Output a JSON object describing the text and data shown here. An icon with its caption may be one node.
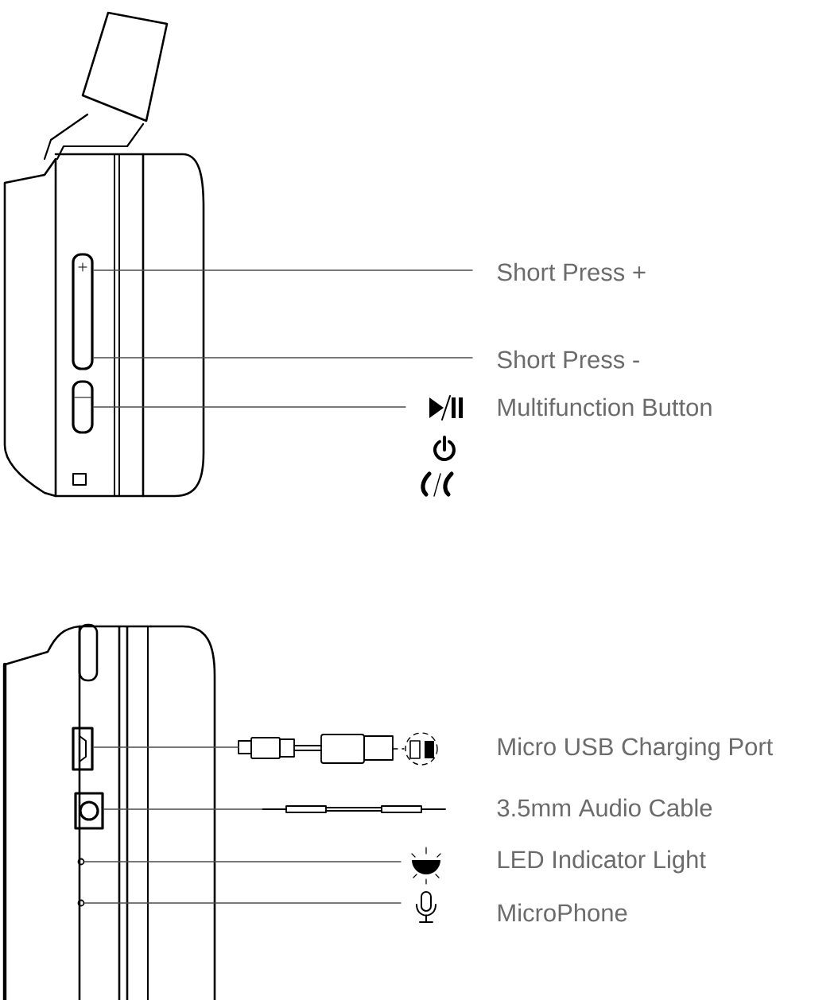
{
  "diagram": {
    "nodes": [
      {
        "text": [
          "Short Press +"
        ]
      },
      {
        "text": [
          "Short Press -"
        ]
      },
      {
        "text": [
          "Multifunction Button"
        ]
      },
      {
        "text": [
          "Micro USB Charging Port"
        ]
      },
      {
        "text": [
          "3.5mm Audio Cable"
        ]
      },
      {
        "text": [
          "LED Indicator Light"
        ]
      },
      {
        "text": [
          "MicroPhone"
        ]
      },
      {
        "text": [],
        "shape": "button"
      },
      {
        "text": [],
        "shape": "button"
      },
      {
        "text": [],
        "shape": "port"
      },
      {
        "text": [],
        "shape": "port"
      },
      {
        "text": [],
        "shape": "circle"
      },
      {
        "text": [],
        "shape": "circle"
      }
    ],
    "edges": [
      {
        "from": 0,
        "to": 7,
        "arrow": "none"
      },
      {
        "from": 1,
        "to": 7,
        "arrow": "none"
      },
      {
        "from": 2,
        "to": 8,
        "arrow": "none"
      },
      {
        "from": 3,
        "to": 9,
        "arrow": "none"
      },
      {
        "from": 4,
        "to": 10,
        "arrow": "none"
      },
      {
        "from": 5,
        "to": 11,
        "arrow": "none"
      },
      {
        "from": 6,
        "to": 12,
        "arrow": "none"
      }
    ]
  }
}
